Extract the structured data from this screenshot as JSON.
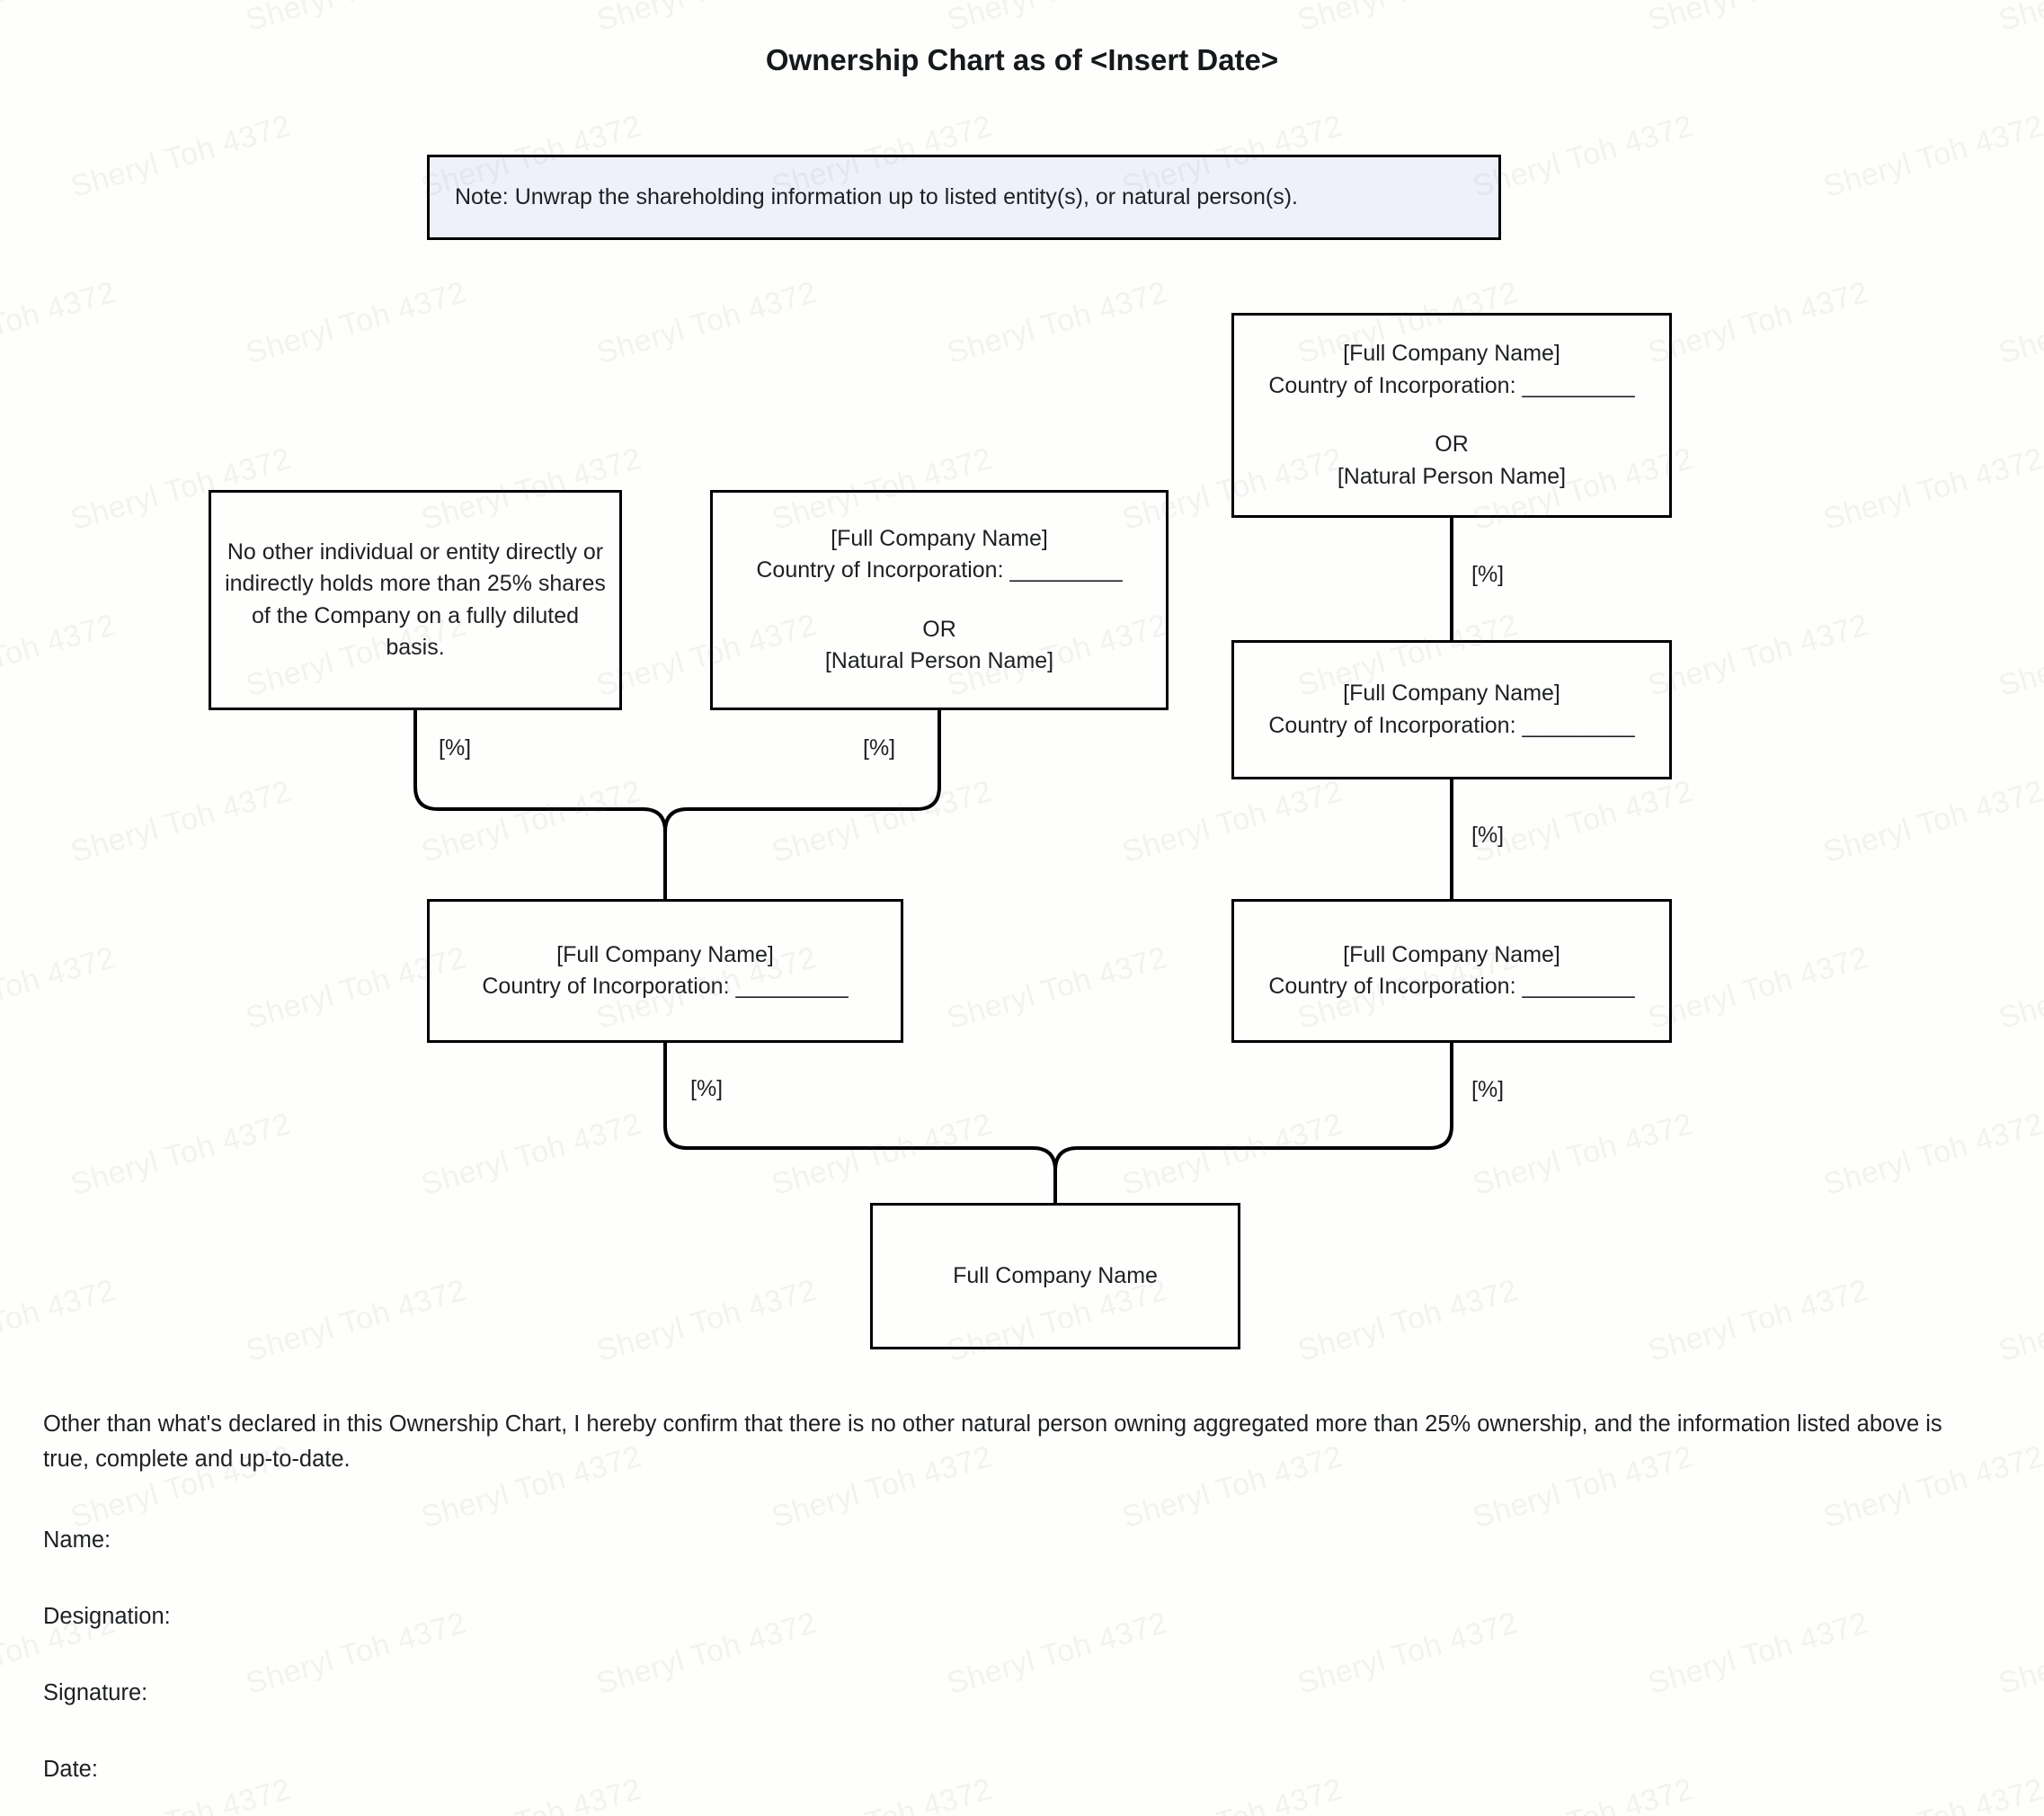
{
  "document": {
    "title": "Ownership Chart as of <Insert Date>",
    "note": "Note: Unwrap the shareholding information up to listed entity(s), or natural person(s)."
  },
  "labels": {
    "full_company_name_bracketed": "[Full Company Name]",
    "country_of_incorporation": "Country of Incorporation: _________",
    "or": "OR",
    "natural_person_name": "[Natural Person Name]",
    "percent": "[%]"
  },
  "nodes": {
    "no_other": {
      "text": "No other individual or entity directly or indirectly holds more than 25% shares of the Company on a fully diluted basis."
    },
    "mid_upper": {
      "line1": "[Full Company Name]",
      "line2": "Country of Incorporation: _________",
      "line3": "OR",
      "line4": "[Natural Person Name]"
    },
    "right_top": {
      "line1": "[Full Company Name]",
      "line2": "Country of Incorporation: _________",
      "line3": "OR",
      "line4": "[Natural Person Name]"
    },
    "right_mid": {
      "line1": "[Full Company Name]",
      "line2": "Country of Incorporation: _________"
    },
    "left_lower": {
      "line1": "[Full Company Name]",
      "line2": "Country of Incorporation: _________"
    },
    "right_lower": {
      "line1": "[Full Company Name]",
      "line2": "Country of Incorporation: _________"
    },
    "root": {
      "line1": "Full Company Name"
    }
  },
  "edges": {
    "no_other_to_left_lower": "[%]",
    "mid_upper_to_left_lower": "[%]",
    "right_top_to_right_mid": "[%]",
    "right_mid_to_right_lower": "[%]",
    "left_lower_to_root": "[%]",
    "right_lower_to_root": "[%]"
  },
  "footer": {
    "declaration": "Other than what's declared in this Ownership Chart, I hereby confirm that there is no other natural person owning aggregated more than 25% ownership, and the information listed above is true, complete and up-to-date.",
    "name_label": "Name:",
    "designation_label": "Designation:",
    "signature_label": "Signature:",
    "date_label": "Date:"
  },
  "watermark": {
    "text": "Sheryl Toh 4372"
  },
  "colors": {
    "note_background": "#eef1fa",
    "border": "#000000",
    "text": "#1d2023",
    "page_background": "#fefefd"
  }
}
